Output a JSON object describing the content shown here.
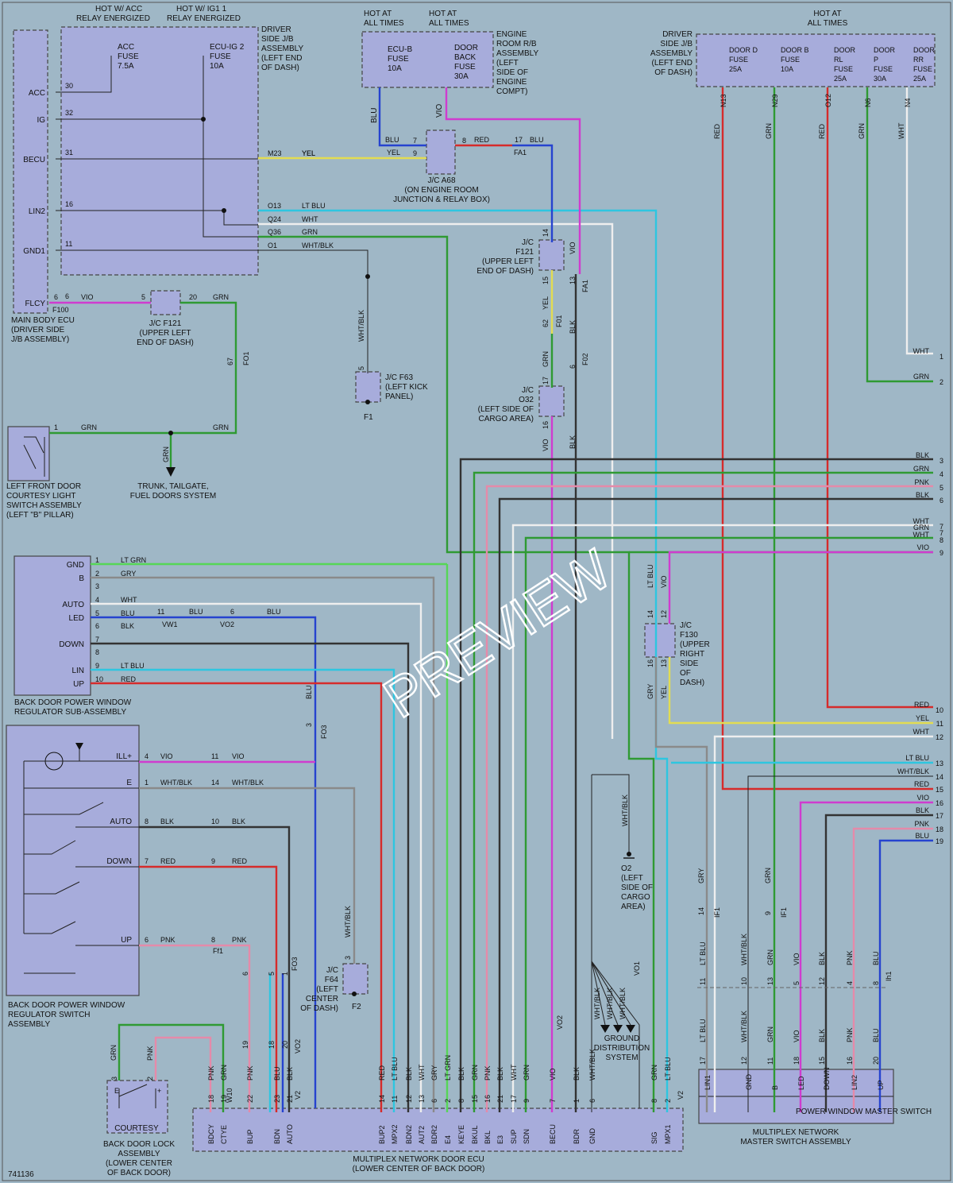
{
  "figure_id": "741136",
  "watermark": "PREVIEW",
  "colors": {
    "background": "#9fb7c6",
    "component_fill": "#a7acdb",
    "RED": "#d62b2b",
    "GRN": "#2f9a33",
    "BLU": "#2643cf",
    "VIO": "#cf3ccf",
    "YEL": "#e2dc52",
    "BLK": "#333333",
    "WHT": "#eeeeee",
    "PNK": "#e58aa9",
    "GRY": "#8a8a8a",
    "LTBLU": "#2ec6e0",
    "LTGRN": "#56d656"
  },
  "main_body_ecu": {
    "hot_acc": "HOT W/ ACC",
    "hot_acc2": "RELAY ENERGIZED",
    "hot_ig1": "HOT W/ IG1 1",
    "hot_ig2": "RELAY ENERGIZED",
    "acc_fuse": [
      "ACC",
      "FUSE",
      "7.5A"
    ],
    "ecu_ig2_fuse": [
      "ECU-IG 2",
      "FUSE",
      "10A"
    ],
    "jb_label": [
      "DRIVER",
      "SIDE J/B",
      "ASSEMBLY",
      "(LEFT END",
      "OF DASH)"
    ],
    "pins": [
      {
        "name": "ACC",
        "num": "30"
      },
      {
        "name": "IG",
        "num": "32"
      },
      {
        "name": "BECU",
        "num": "31"
      },
      {
        "name": "LIN2",
        "num": "16"
      },
      {
        "name": "GND1",
        "num": "11"
      },
      {
        "name": "FLCY",
        "num": "6"
      }
    ],
    "f100": "F100",
    "label": [
      "MAIN BODY ECU",
      "(DRIVER SIDE",
      "J/B ASSEMBLY)"
    ],
    "outputs": [
      {
        "pin": "M23",
        "color": "YEL"
      },
      {
        "pin": "O13",
        "color": "LT BLU"
      },
      {
        "pin": "Q24",
        "color": "WHT"
      },
      {
        "pin": "Q36",
        "color": "GRN"
      },
      {
        "pin": "O1",
        "color": "WHT/BLK"
      }
    ]
  },
  "engine_room": {
    "hot1": [
      "HOT AT",
      "ALL TIMES"
    ],
    "hot2": [
      "HOT AT",
      "ALL TIMES"
    ],
    "ecub": [
      "ECU-B",
      "FUSE",
      "10A"
    ],
    "doorback": [
      "DOOR",
      "BACK",
      "FUSE",
      "30A"
    ],
    "label": [
      "ENGINE",
      "ROOM R/B",
      "ASSEMBLY",
      "(LEFT",
      "SIDE OF",
      "ENGINE",
      "COMPT)"
    ],
    "blu": "BLU",
    "vio": "VIO"
  },
  "jc_a68": {
    "label": [
      "J/C A68",
      "(ON ENGINE ROOM",
      "JUNCTION & RELAY BOX)"
    ],
    "pin7": "7",
    "pin9": "9",
    "pin8": "8",
    "blu": "BLU",
    "yel": "YEL",
    "red": "RED",
    "fa1_pin": "17",
    "fa1_col": "BLU",
    "fa1": "FA1"
  },
  "jc_f121_a": {
    "label": [
      "J/C F121",
      "(UPPER LEFT",
      "END OF DASH)"
    ],
    "p5": "5",
    "p20": "20",
    "vio": "VIO",
    "grn": "GRN"
  },
  "jc_f121_b": {
    "label": [
      "J/C",
      "F121",
      "(UPPER LEFT",
      "END OF DASH)"
    ],
    "p14": "14",
    "p15": "15",
    "p13": "13",
    "fa1": "FA1",
    "vio": "VIO",
    "yel": "YEL",
    "blk": "BLK",
    "f01": "F01",
    "f02": "F02",
    "p62": "62",
    "p6": "6"
  },
  "fo1_67": {
    "num": "67",
    "name": "FO1"
  },
  "jc_f63": {
    "label": [
      "J/C F63",
      "(LEFT KICK",
      "PANEL)"
    ],
    "pin": "5",
    "ground": "F1",
    "wire": "WHT/BLK"
  },
  "jc_o32": {
    "label": [
      "J/C",
      "O32",
      "(LEFT SIDE OF",
      "CARGO AREA)"
    ],
    "p17": "17",
    "p16": "16",
    "grn": "GRN",
    "vio": "VIO",
    "blk": "BLK"
  },
  "courtesy": {
    "label": [
      "LEFT FRONT DOOR",
      "COURTESY LIGHT",
      "SWITCH ASSEMBLY",
      "(LEFT \"B\" PILLAR)"
    ],
    "pin": "1",
    "grn1": "GRN",
    "grn2": "GRN",
    "grn3": "GRN",
    "dest": [
      "TRUNK, TAILGATE,",
      "FUEL DOORS SYSTEM"
    ]
  },
  "door_jb": {
    "hot": [
      "HOT AT",
      "ALL TIMES"
    ],
    "label": [
      "DRIVER",
      "SIDE J/B",
      "ASSEMBLY",
      "(LEFT END",
      "OF DASH)"
    ],
    "fuses": [
      {
        "name": [
          "DOOR D",
          "FUSE",
          "25A"
        ],
        "pin": "N13",
        "color": "RED"
      },
      {
        "name": [
          "DOOR B",
          "FUSE",
          "10A"
        ],
        "pin": "N29",
        "color": "GRN"
      },
      {
        "name": [
          "DOOR",
          "RL",
          "FUSE",
          "25A"
        ],
        "pin": "O12",
        "color": "RED"
      },
      {
        "name": [
          "DOOR",
          "P",
          "FUSE",
          "30A"
        ],
        "pin": "N6",
        "color": "GRN"
      },
      {
        "name": [
          "DOOR",
          "RR",
          "FUSE",
          "25A"
        ],
        "pin": "N4",
        "color": "WHT"
      }
    ]
  },
  "edge_connectors": [
    {
      "n": "1",
      "c": "WHT"
    },
    {
      "n": "2",
      "c": "GRN"
    },
    {
      "n": "3",
      "c": "BLK"
    },
    {
      "n": "4",
      "c": "GRN"
    },
    {
      "n": "5",
      "c": "PNK"
    },
    {
      "n": "6",
      "c": "BLK"
    },
    {
      "n": "7",
      "c": "WHT"
    },
    {
      "n": "7",
      "c": "GRN"
    },
    {
      "n": "8",
      "c": "WHT"
    },
    {
      "n": "9",
      "c": "VIO"
    },
    {
      "n": "10",
      "c": "RED"
    },
    {
      "n": "11",
      "c": "YEL"
    },
    {
      "n": "12",
      "c": "WHT"
    },
    {
      "n": "13",
      "c": "LT BLU"
    },
    {
      "n": "14",
      "c": "WHT/BLK"
    },
    {
      "n": "15",
      "c": "RED"
    },
    {
      "n": "16",
      "c": "VIO"
    },
    {
      "n": "17",
      "c": "BLK"
    },
    {
      "n": "18",
      "c": "PNK"
    },
    {
      "n": "19",
      "c": "BLU"
    }
  ],
  "regulator": {
    "pins": [
      {
        "name": "GND",
        "n": "1",
        "c": "LT GRN"
      },
      {
        "name": "B",
        "n": "2",
        "c": "GRY"
      },
      {
        "name": "",
        "n": "3",
        "c": ""
      },
      {
        "name": "AUTO",
        "n": "4",
        "c": "WHT"
      },
      {
        "name": "LED",
        "n": "5",
        "c": "BLU"
      },
      {
        "name": "",
        "n": "6",
        "c": "BLK"
      },
      {
        "name": "DOWN",
        "n": "7",
        "c": ""
      },
      {
        "name": "",
        "n": "8",
        "c": ""
      },
      {
        "name": "LIN",
        "n": "9",
        "c": "LT BLU"
      },
      {
        "name": "UP",
        "n": "10",
        "c": "RED"
      }
    ],
    "vw1": "VW1",
    "vw1n": "11",
    "vo2": "VO2",
    "vo2n": "6",
    "blu2": "BLU",
    "blu3": "BLU",
    "fo3": "FO3",
    "fo3n": "3",
    "blu4": "BLU",
    "label": [
      "BACK DOOR POWER WINDOW",
      "REGULATOR SUB-ASSEMBLY"
    ]
  },
  "reg_switch": {
    "pins": [
      {
        "name": "ILL+",
        "n": "4",
        "c": "VIO",
        "n2": "11",
        "c2": "VIO"
      },
      {
        "name": "E",
        "n": "1",
        "c": "WHT/BLK",
        "n2": "14",
        "c2": "WHT/BLK"
      },
      {
        "name": "AUTO",
        "n": "8",
        "c": "BLK",
        "n2": "10",
        "c2": "BLK"
      },
      {
        "name": "DOWN",
        "n": "7",
        "c": "RED",
        "n2": "9",
        "c2": "RED"
      },
      {
        "name": "UP",
        "n": "6",
        "c": "PNK",
        "n2": "8",
        "c2": "PNK"
      }
    ],
    "ff1": "Ff1",
    "label": [
      "BACK DOOR POWER WINDOW",
      "REGULATOR SWITCH",
      "ASSEMBLY"
    ]
  },
  "jc_f64": {
    "label": [
      "J/C",
      "F64",
      "(LEFT",
      "CENTER",
      "OF DASH)"
    ],
    "pin": "3",
    "ground": "F2",
    "wire": "WHT/BLK"
  },
  "ground_o2": {
    "label": [
      "O2",
      "(LEFT",
      "SIDE OF",
      "CARGO",
      "AREA)"
    ],
    "wire": "WHT/BLK"
  },
  "ground_dist": {
    "label": [
      "GROUND",
      "DISTRIBUTION",
      "SYSTEM"
    ],
    "wires": [
      "WHT/BLK",
      "WHT/BLK",
      "WHT/BLK"
    ],
    "vo1": "VO1"
  },
  "jc_f130": {
    "label": [
      "J/C",
      "F130",
      "(UPPER",
      "RIGHT",
      "SIDE",
      "OF",
      "DASH)"
    ],
    "p14": "14",
    "p12": "12",
    "p16": "16",
    "p13": "13",
    "ltblu": "LT BLU",
    "vio": "VIO",
    "gry": "GRY",
    "yel": "YEL"
  },
  "door_ecu": {
    "label": [
      "MULTIPLEX NETWORK DOOR ECU",
      "(LOWER CENTER OF BACK DOOR)"
    ],
    "pins": [
      {
        "name": "BDCY",
        "n": "18",
        "c": "PNK"
      },
      {
        "name": "CTYE",
        "n": "19",
        "c": "GRN"
      },
      {
        "name": "BUP",
        "n": "22",
        "c": "PNK"
      },
      {
        "name": "BDN",
        "n": "23",
        "c": "BLU"
      },
      {
        "name": "AUTO",
        "n": "21",
        "c": "BLK"
      },
      {
        "name": "",
        "n": "20",
        "c": "GRN"
      },
      {
        "name": "BUP2",
        "n": "14",
        "c": "RED"
      },
      {
        "name": "MPX2",
        "n": "11",
        "c": "LT BLU"
      },
      {
        "name": "BDN2",
        "n": "12",
        "c": "BLK"
      },
      {
        "name": "AUT2",
        "n": "13",
        "c": "WHT"
      },
      {
        "name": "BDR2",
        "n": "6",
        "c": "GRY"
      },
      {
        "name": "E4",
        "n": "2",
        "c": "LT GRN"
      },
      {
        "name": "KEYE",
        "n": "8",
        "c": "BLK"
      },
      {
        "name": "BKUL",
        "n": "15",
        "c": "GRN"
      },
      {
        "name": "BKL",
        "n": "16",
        "c": "PNK"
      },
      {
        "name": "E3",
        "n": "21",
        "c": "BLK"
      },
      {
        "name": "SUP",
        "n": "17",
        "c": "WHT"
      },
      {
        "name": "SDN",
        "n": "9",
        "c": "GRN"
      },
      {
        "name": "BECU",
        "n": "7",
        "c": "VIO"
      },
      {
        "name": "BDR",
        "n": "1",
        "c": "BLK"
      },
      {
        "name": "GND",
        "n": "6",
        "c": "WHT/BLK"
      },
      {
        "name": "SIG",
        "n": "8",
        "c": "GRN"
      },
      {
        "name": "MPX1",
        "n": "2",
        "c": "LT BLU"
      }
    ],
    "w10": "W10",
    "v2": "V2",
    "vo2": "VO2",
    "vo2b": "VO2",
    "mid_pins": {
      "fo3_5": "5",
      "fo3_1": "1",
      "fo3_6": "6",
      "n19": "19",
      "n18": "18",
      "n20": "20"
    }
  },
  "back_lock": {
    "label": [
      "BACK DOOR LOCK",
      "ASSEMBLY",
      "(LOWER CENTER",
      "OF BACK DOOR)"
    ],
    "inner": "COURTESY",
    "p3": "3",
    "p2": "2",
    "grn": "GRN",
    "pnk": "PNK",
    "e": "E",
    "plus": "+"
  },
  "master": {
    "label": [
      "MULTIPLEX NETWORK",
      "MASTER SWITCH ASSEMBLY"
    ],
    "inner": "POWER WINDOW MASTER SWITCH",
    "pins": [
      {
        "name": "LIN1",
        "n": "17",
        "c": "LT BLU"
      },
      {
        "name": "GND",
        "n": "12",
        "c": "WHT/BLK"
      },
      {
        "name": "B",
        "n": "11",
        "c": "GRN"
      },
      {
        "name": "LED",
        "n": "18",
        "c": "VIO"
      },
      {
        "name": "DOWN",
        "n": "15",
        "c": "BLK"
      },
      {
        "name": "LIN2",
        "n": "16",
        "c": "PNK"
      },
      {
        "name": "UP",
        "n": "20",
        "c": "BLU"
      }
    ],
    "mid": [
      "11",
      "10",
      "13",
      "5",
      "12",
      "4",
      "8"
    ],
    "mid_cols": [
      "LT BLU",
      "WHT/BLK",
      "GRN",
      "VIO",
      "BLK",
      "PNK",
      "BLU"
    ],
    "if1a": {
      "n": "14",
      "c": "GRY",
      "name": "IF1"
    },
    "if1b": {
      "n": "9",
      "c": "GRN",
      "name": "IF1"
    },
    "ih1": "Ih1"
  }
}
